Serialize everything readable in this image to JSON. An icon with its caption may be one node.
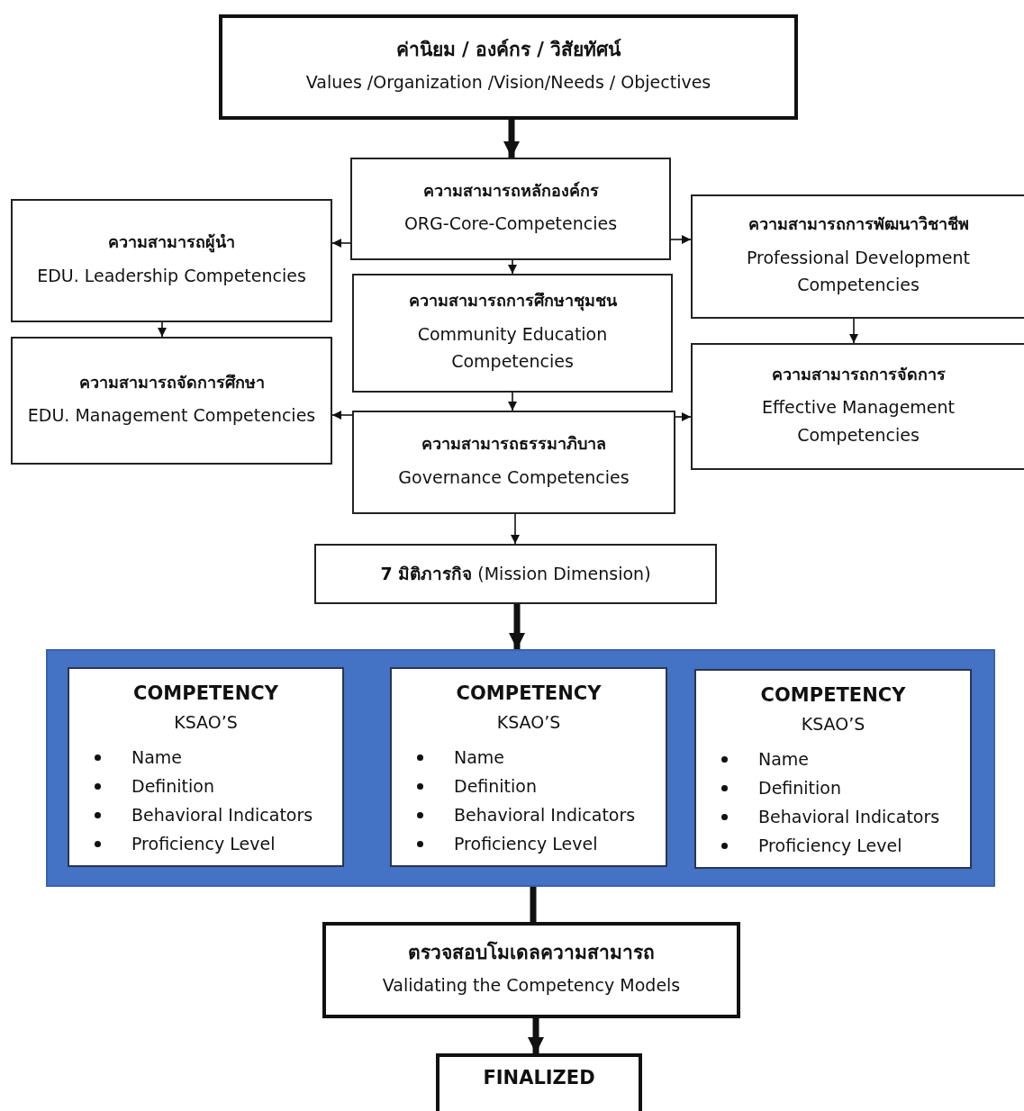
{
  "diagram": {
    "nodes": [
      {
        "text": [
          "ค่านิยม / องค์กร / วิสัยทัศน์",
          "Values /Organization /Vision/Needs / Objectives"
        ]
      },
      {
        "text": [
          "ความสามารถหลักองค์กร",
          "ORG-Core-Competencies"
        ]
      },
      {
        "text": [
          "ความสามารถผู้นำ",
          "EDU. Leadership Competencies"
        ]
      },
      {
        "text": [
          "ความสามารถการพัฒนาวิชาชีพ",
          "Professional Development Competencies"
        ]
      },
      {
        "text": [
          "ความสามารถการศึกษาชุมชน",
          "Community Education Competencies"
        ]
      },
      {
        "text": [
          "ความสามารถจัดการศึกษา",
          "EDU. Management Competencies"
        ]
      },
      {
        "text": [
          "ความสามารถการจัดการ",
          "Effective  Management Competencies"
        ]
      },
      {
        "text": [
          "ความสามารถธรรมาภิบาล",
          "Governance Competencies"
        ]
      },
      {
        "text": [
          "**7 มิติภารกิจ** (Mission Dimension)"
        ]
      },
      {
        "text": [],
        "shape": "box"
      },
      {
        "text": [
          "COMPETENCY",
          "KSAO’S",
          "Name",
          "Definition",
          "Behavioral Indicators",
          "Proficiency Level"
        ],
        "in": 9
      },
      {
        "text": [
          "COMPETENCY",
          "KSAO’S",
          "Name",
          "Definition",
          "Behavioral Indicators",
          "Proficiency Level"
        ],
        "in": 9
      },
      {
        "text": [
          "COMPETENCY",
          "KSAO’S",
          "Name",
          "Definition",
          "Behavioral Indicators",
          "Proficiency Level"
        ],
        "in": 9
      },
      {
        "text": [
          "ตรวจสอบโมเดลความสามารถ",
          "Validating the Competency Models"
        ]
      },
      {
        "text": [
          "FINALIZED"
        ]
      }
    ],
    "edges": [
      {
        "from": 0,
        "to": 1,
        "arrow": "to",
        "style": "thick"
      },
      {
        "from": 1,
        "to": 2,
        "arrow": "to"
      },
      {
        "from": 1,
        "to": 3,
        "arrow": "to"
      },
      {
        "from": 1,
        "to": 4,
        "arrow": "to"
      },
      {
        "from": 2,
        "to": 5,
        "arrow": "to"
      },
      {
        "from": 3,
        "to": 6,
        "arrow": "to"
      },
      {
        "from": 4,
        "to": 7,
        "arrow": "to"
      },
      {
        "from": 7,
        "to": 5,
        "arrow": "to"
      },
      {
        "from": 7,
        "to": 6,
        "arrow": "to"
      },
      {
        "from": 7,
        "to": 8,
        "arrow": "to"
      },
      {
        "from": 8,
        "to": 9,
        "arrow": "to",
        "style": "thick"
      },
      {
        "from": 9,
        "to": 13,
        "arrow": "none",
        "style": "thick"
      },
      {
        "from": 13,
        "to": 14,
        "arrow": "to",
        "style": "thick"
      }
    ]
  }
}
